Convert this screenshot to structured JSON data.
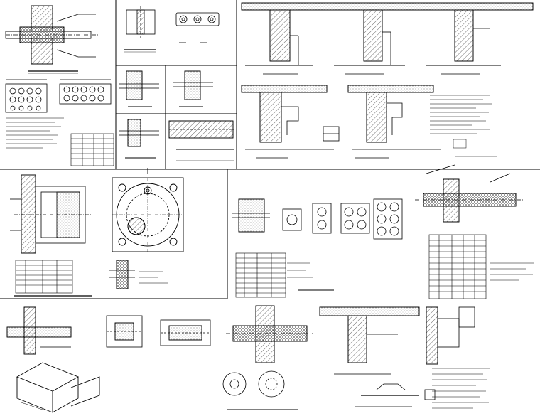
{
  "image": {
    "description_visible_text": "none legible",
    "regions": [
      {
        "name": "through-wall-pipe-sleeve-section",
        "kind": "sectional-detail"
      },
      {
        "name": "wall-opening-grid-plan",
        "kind": "plan-detail"
      },
      {
        "name": "ceiling-beam-section-row",
        "kind": "sectional-detail"
      },
      {
        "name": "flange-seal-plate",
        "kind": "elevation-detail"
      },
      {
        "name": "multi-hole-sleeve-plates",
        "kind": "plan-detail"
      },
      {
        "name": "pipe-passing-wall-long-section",
        "kind": "sectional-detail"
      },
      {
        "name": "box-sleeve-isometric",
        "kind": "isometric-detail"
      },
      {
        "name": "notes-and-schedules",
        "kind": "table"
      }
    ]
  },
  "colors": {
    "ink": "#000000",
    "paper": "#ffffff",
    "hatch": "#444444",
    "frame": "#000000"
  }
}
